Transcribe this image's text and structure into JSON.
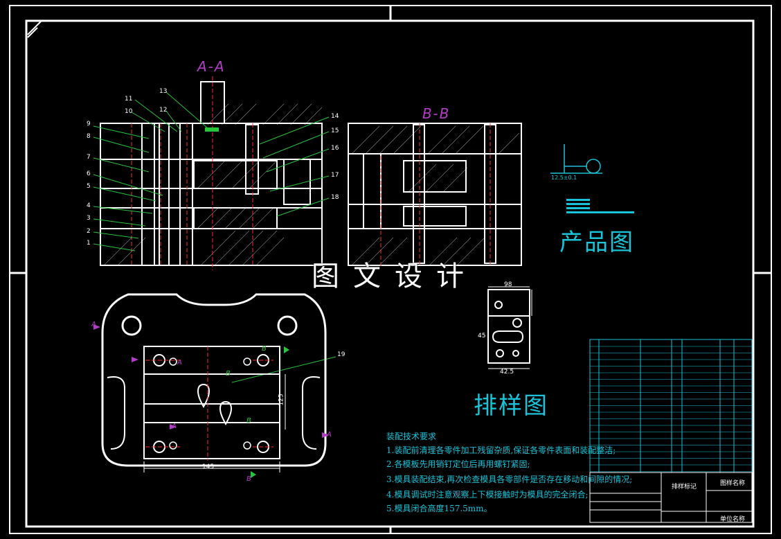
{
  "view_labels": {
    "section_a": "A-A",
    "section_b": "B-B"
  },
  "titles": {
    "product": "产品图",
    "layout": "排样图"
  },
  "watermark": "图文设计",
  "part_numbers": [
    "1",
    "2",
    "3",
    "4",
    "5",
    "6",
    "7",
    "8",
    "9",
    "10",
    "11",
    "12",
    "13",
    "14",
    "15",
    "16",
    "17",
    "18",
    "19"
  ],
  "dimensions": {
    "plan_width": "145",
    "plan_height": "125",
    "strip_width": "98",
    "strip_pitch": "45",
    "strip_bottom": "42.5",
    "product_dim": "12.5±0.1"
  },
  "section_markers": [
    "A",
    "A",
    "B",
    "B",
    "B",
    "A",
    "A",
    "B"
  ],
  "requirements": {
    "title": "装配技术要求",
    "items": [
      "1.装配前清理各零件加工残留杂质,保证各零件表面和装配整洁;",
      "2.各模板先用销钉定位后再用螺钉紧固;",
      "3.模具装配结束,再次检查模具各零部件是否存在移动和间隙的情况;",
      "4.模具调试时注意观察上下模接触时为模具的完全闭合;",
      "5.模具闭合高度157.5mm。"
    ]
  },
  "title_block": {
    "drawing_name": "排样标记",
    "title": "图样名称",
    "company": "单位名称"
  },
  "colors": {
    "line": "#ffffff",
    "cyan": "#19c3d9",
    "magenta": "#b23cc6",
    "green": "#27c43c",
    "red": "#ff2a2a"
  }
}
